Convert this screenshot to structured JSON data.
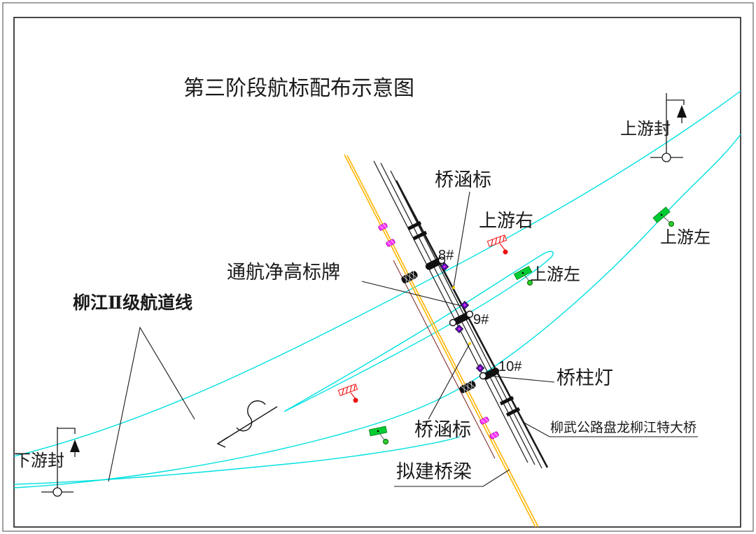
{
  "drawing": {
    "title": "第三阶段航标配布示意图",
    "labels": {
      "upstream_seal": "上游封",
      "downstream_seal": "下游封",
      "upstream_left_far": "上游左",
      "upstream_left_mid": "上游左",
      "upstream_right": "上游右",
      "culvert_mark_upper": "桥涵标",
      "culvert_mark_lower": "桥涵标",
      "clearance_sign": "通航净高标牌",
      "channel_line": "柳江Ⅱ级航道线",
      "pillar_light": "桥柱灯",
      "pier8": "8#",
      "pier9": "9#",
      "pier10": "10#",
      "proposed_bridge": "拟建桥梁",
      "highway_bridge": "柳武公路盘龙柳江特大桥"
    },
    "colors": {
      "channel_cyan": "#00e0e0",
      "road_yellow": "#ffb400",
      "beacon_green": "#00cc33",
      "buoy_red": "#ee1111",
      "road_marker_magenta": "#ff33ff",
      "culvert_marker_purple": "#5a0dbb",
      "ink": "#1a1a1a"
    }
  }
}
